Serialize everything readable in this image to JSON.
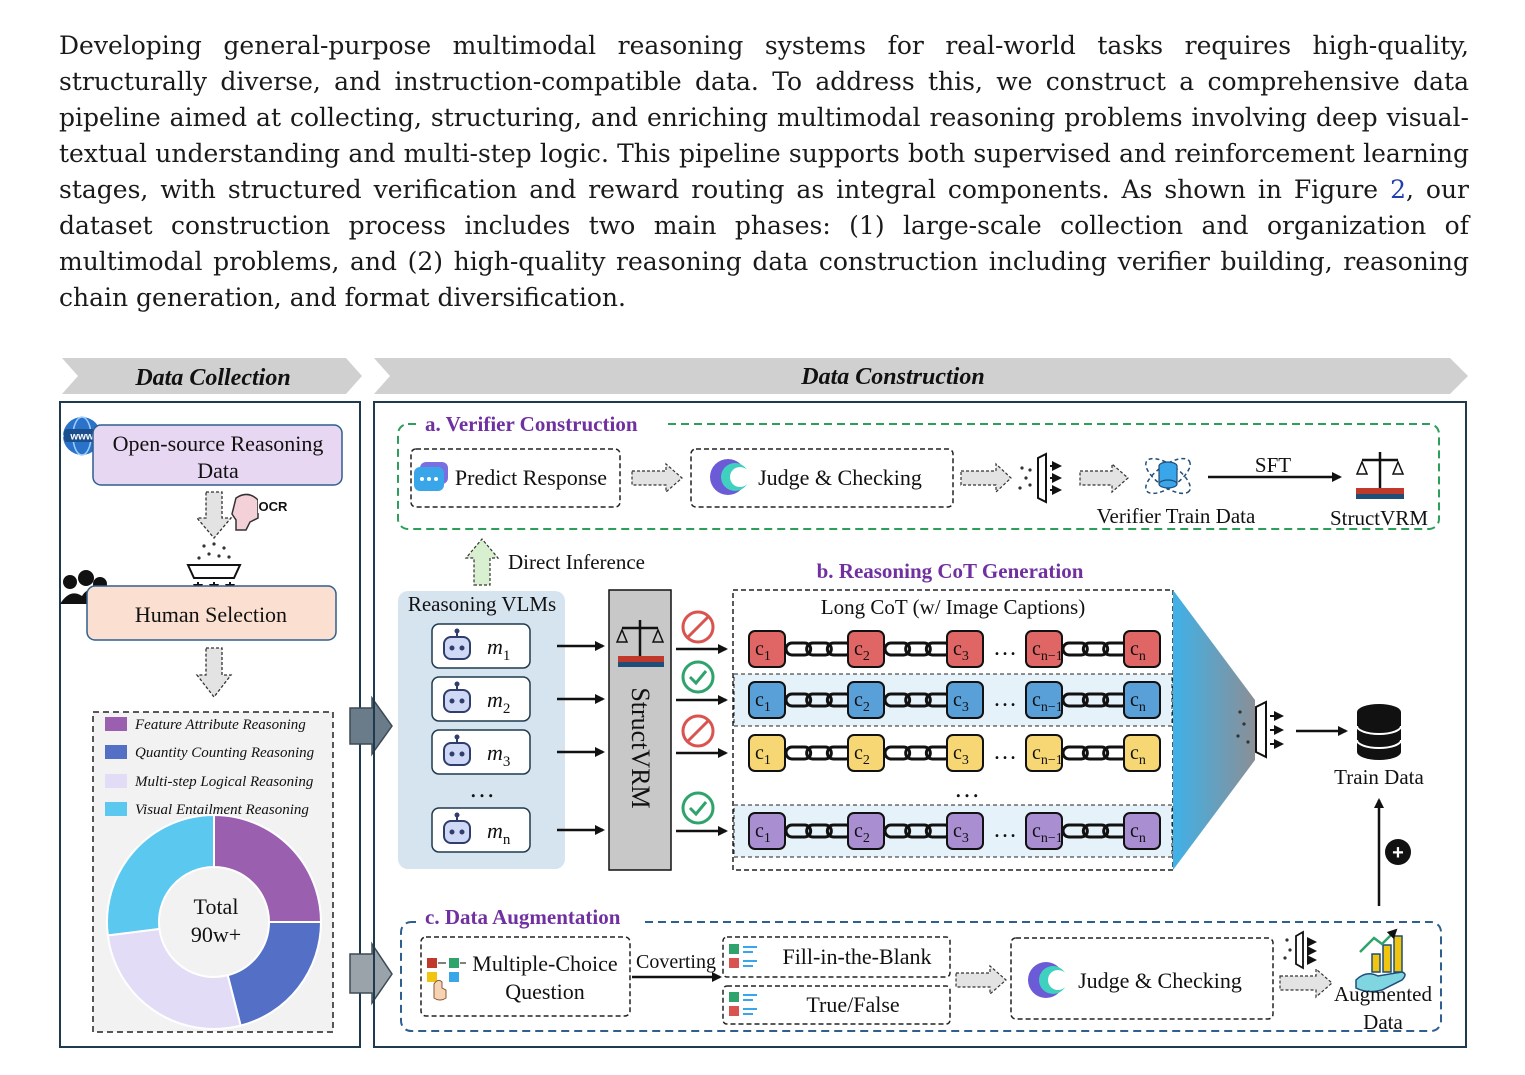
{
  "paragraph": {
    "before_ref": "Developing general-purpose multimodal reasoning systems for real-world tasks requires high-quality, structurally diverse, and instruction-compatible data.  To address this, we construct a comprehensive data pipeline aimed at collecting, structuring, and enriching multimodal reasoning problems involving deep visual-textual understanding and multi-step logic.  This pipeline supports both supervised and reinforcement learning stages, with structured verification and reward routing as integral components.  As shown in Figure ",
    "ref": "2",
    "after_ref": ", our dataset construction process includes two main phases: (1) large-scale collection and organization of multimodal problems, and (2) high-quality reasoning data construction including verifier building, reasoning chain generation, and format diversification."
  },
  "figure": {
    "banner_collection": "Data Collection",
    "banner_construction": "Data Construction",
    "collection": {
      "www_badge": "www",
      "ocr_badge": "OCR",
      "source_line1": "Open-source Reasoning",
      "source_line2": "Data",
      "human_selection": "Human Selection",
      "legend": [
        {
          "label": "Feature Attribute Reasoning",
          "color": "#9b5fb0"
        },
        {
          "label": "Quantity Counting Reasoning",
          "color": "#5470c6"
        },
        {
          "label": "Multi-step Logical Reasoning",
          "color": "#e3dcf7"
        },
        {
          "label": "Visual Entailment Reasoning",
          "color": "#5bc8f0"
        }
      ],
      "donut": {
        "center_line1": "Total",
        "center_line2": "90w+",
        "shares": [
          0.25,
          0.21,
          0.27,
          0.27
        ]
      }
    },
    "verifier": {
      "title": "a. Verifier Construction",
      "predict": "Predict Response",
      "judge": "Judge & Checking",
      "sft": "SFT",
      "train_data": "Verifier Train Data",
      "structvrm": "StructVRM"
    },
    "direct_inference": "Direct Inference",
    "cot": {
      "title": "b. Reasoning CoT Generation",
      "vlm_title": "Reasoning VLMs",
      "models": [
        {
          "base": "m",
          "sub": "1"
        },
        {
          "base": "m",
          "sub": "2"
        },
        {
          "base": "m",
          "sub": "3"
        },
        {
          "base": "m",
          "sub": "n"
        }
      ],
      "ellipsis": "…",
      "structvrm_vertical": "StructVRM",
      "long_cot": "Long CoT (w/ Image Captions)",
      "chain_labels": [
        "c",
        "c",
        "c",
        "c",
        "c"
      ],
      "chain_subs": [
        "1",
        "2",
        "3",
        "n−1",
        "n"
      ],
      "chain_dots": "…",
      "rows": [
        {
          "color": "#e06666",
          "status": "reject"
        },
        {
          "color": "#5aa0d8",
          "status": "accept"
        },
        {
          "color": "#f7d774",
          "status": "reject"
        },
        {
          "color": "#a98fd2",
          "status": "accept"
        }
      ],
      "row_ellipsis": "…",
      "train_data": "Train Data"
    },
    "augmentation": {
      "title": "c. Data Augmentation",
      "mcq_line1": "Multiple-Choice",
      "mcq_line2": "Question",
      "converting": "Coverting",
      "fill_blank": "Fill-in-the-Blank",
      "true_false": "True/False",
      "judge": "Judge & Checking",
      "aug_line1": "Augmented",
      "aug_line2": "Data",
      "plus": "+"
    },
    "colors": {
      "banner": "#d0d0d0",
      "verifier_border": "#2e9e5b",
      "aug_border": "#2f5f8f",
      "title_purple": "#7030a0",
      "panel_border": "#1f3a4f",
      "vlm_bg": "#d6e4f0",
      "structvrm_bar": "#c8c8c8",
      "source_box": "#e8d7f3",
      "human_box": "#fbe0d2",
      "accept": "#2ea36b",
      "reject": "#d9534f"
    }
  }
}
